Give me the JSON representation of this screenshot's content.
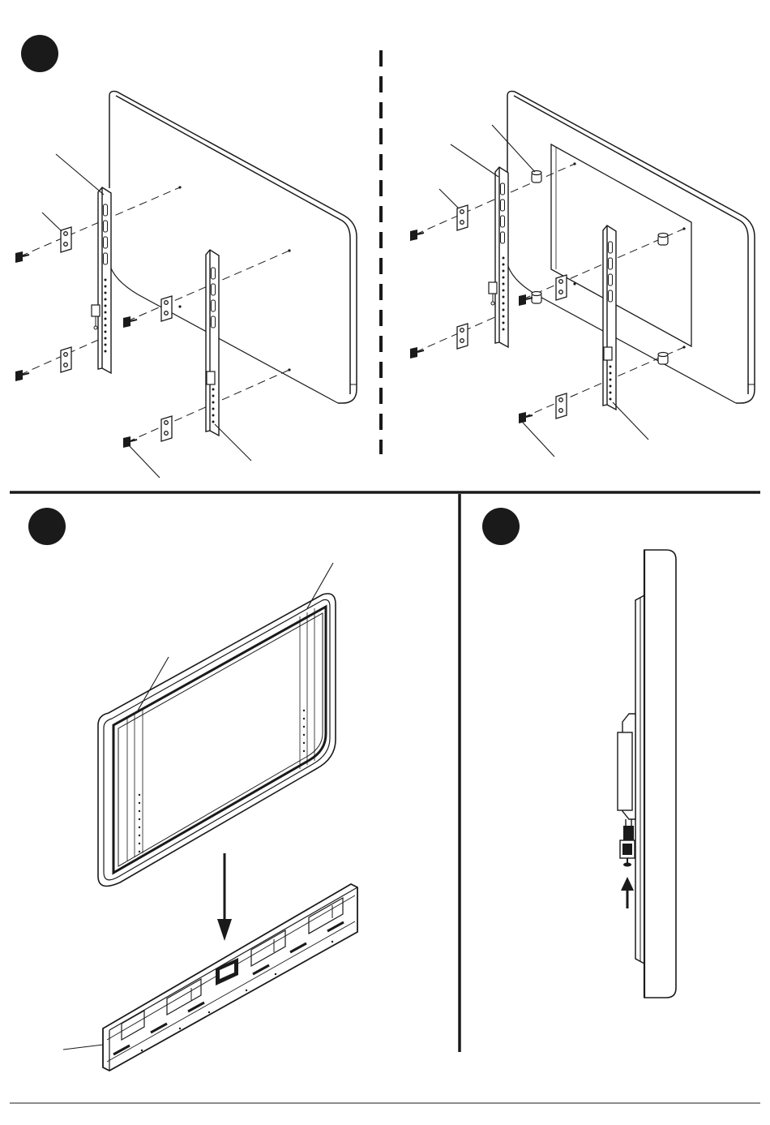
{
  "document": {
    "type": "installation-instructions-page",
    "ink_color": "#1a1a1a",
    "paper_color": "#ffffff"
  },
  "steps": [
    {
      "id": "step-a",
      "marker": "step-number-badge",
      "number_printed": false
    },
    {
      "id": "step-b",
      "marker": "step-number-badge",
      "number_printed": false
    },
    {
      "id": "step-c",
      "marker": "step-number-badge",
      "number_printed": false
    }
  ],
  "illustrations": {
    "step_a_left": "tv-back-flat-with-vertical-brackets-spacers-and-screws",
    "step_a_right": "tv-back-recessed-with-standoffs-brackets-and-screws",
    "step_b": "tv-with-brackets-lowered-onto-wall-plate",
    "step_c": "side-view-tv-on-wall-plate-with-locking-screw-arrow"
  }
}
